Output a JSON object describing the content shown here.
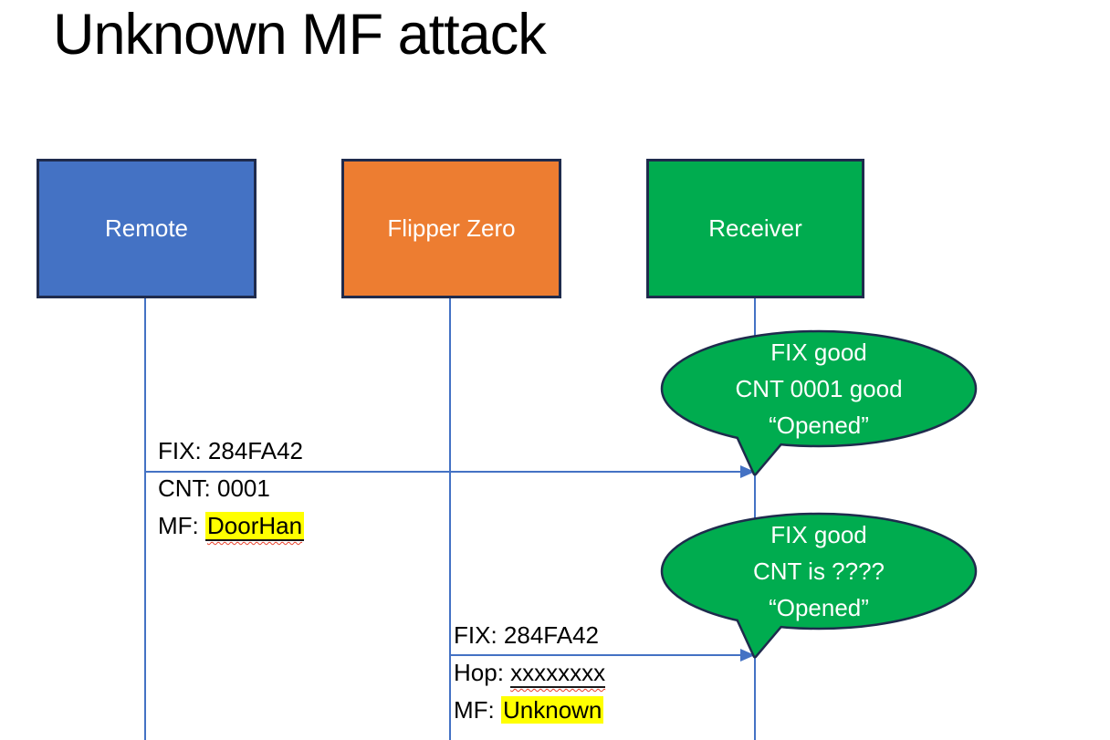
{
  "title": "Unknown MF attack",
  "palette": {
    "actor_blue": "#4472C4",
    "actor_orange": "#ED7D31",
    "actor_green": "#00AC4F",
    "shape_border_dark_navy": "#1F2B4D",
    "line_blue": "#4472C4",
    "highlight_yellow": "#FFFF00",
    "spellcheck_red": "#E8402A",
    "text_black": "#000000",
    "text_white": "#FFFFFF"
  },
  "actors": [
    {
      "id": "remote",
      "label": "Remote"
    },
    {
      "id": "flipper-zero",
      "label": "Flipper Zero"
    },
    {
      "id": "receiver",
      "label": "Receiver"
    }
  ],
  "messages": [
    {
      "from": "Remote",
      "to": "Receiver",
      "lines": [
        {
          "prefix": "FIX: ",
          "value": "284FA42"
        },
        {
          "prefix": "CNT: ",
          "value": "0001"
        },
        {
          "prefix": "MF: ",
          "value": "DoorHan",
          "highlight": true,
          "underline": true,
          "spellcheck_squiggle": true
        }
      ]
    },
    {
      "from": "Flipper Zero",
      "to": "Receiver",
      "lines": [
        {
          "prefix": "FIX: ",
          "value": "284FA42"
        },
        {
          "prefix": "Hop: ",
          "value": "xxxxxxxx",
          "underline": true,
          "spellcheck_squiggle": true
        },
        {
          "prefix": "MF: ",
          "value": "Unknown",
          "highlight": true
        }
      ]
    }
  ],
  "callouts": [
    {
      "speaker": "Receiver",
      "lines": [
        "FIX good",
        "CNT 0001 good",
        "“Opened”"
      ]
    },
    {
      "speaker": "Receiver",
      "lines": [
        "FIX good",
        "CNT is ????",
        "“Opened”"
      ]
    }
  ]
}
